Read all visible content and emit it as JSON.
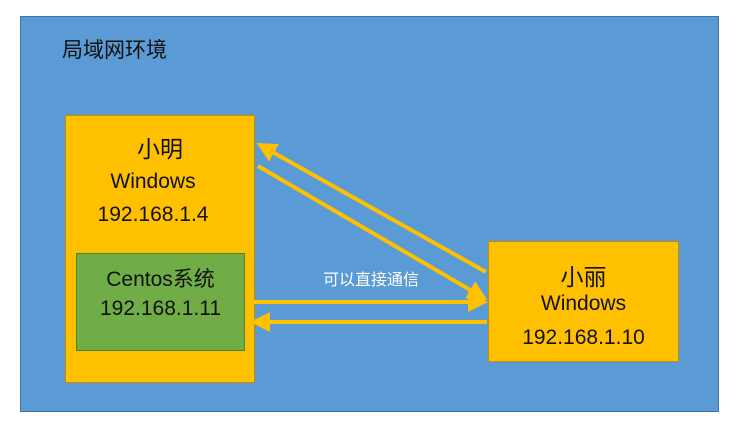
{
  "lan": {
    "title": "局域网环境"
  },
  "host_a": {
    "name": "小明",
    "os": "Windows",
    "ip": "192.168.1.4"
  },
  "vm": {
    "name": "Centos系统",
    "ip": "192.168.1.11"
  },
  "host_b": {
    "name": "小丽",
    "os": "Windows",
    "ip": "192.168.1.10"
  },
  "link": {
    "label": "可以直接通信"
  },
  "colors": {
    "lan": "#5b9bd5",
    "host": "#ffc000",
    "vm": "#70ad47",
    "arrow": "#ffc000"
  }
}
